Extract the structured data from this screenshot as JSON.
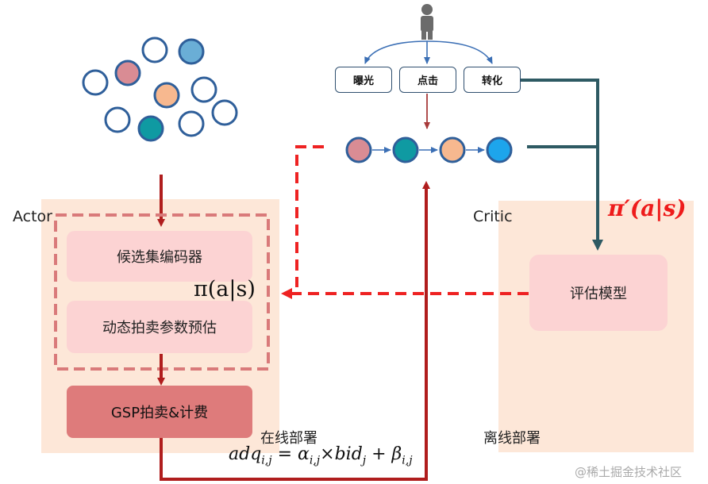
{
  "actor": {
    "title": "Actor",
    "candidate_encoder": "候选集编码器",
    "dynamic_auction": "动态拍卖参数预估",
    "gsp": "GSP拍卖&计费",
    "online_deploy": "在线部署"
  },
  "critic": {
    "title": "Critic",
    "evaluator": "评估模型",
    "offline_deploy": "离线部署"
  },
  "actions": {
    "exposure": "曝光",
    "click": "点击",
    "convert": "转化"
  },
  "policy": {
    "pi": "π(a|s)",
    "pi_prime": "π′(a|s)"
  },
  "formula": {
    "lhs": "adq",
    "lhs_sub": "i,j",
    "eq": " = ",
    "alpha": "α",
    "alpha_sub": "i,j",
    "times": "×bid",
    "bid_sub": "j",
    "plus": " + ",
    "beta": "β",
    "beta_sub": "i,j"
  },
  "watermark": "@稀土掘金技术社区",
  "colors": {
    "dark_red": "#b01d1d",
    "dashed_red": "#ee2222",
    "teal": "#2e5a63",
    "pink_node": "#d98c94",
    "teal_node": "#0f9aa2",
    "peach_node": "#f7b88f",
    "blue_node": "#1da5ec",
    "light_blue_node": "#6aaed6",
    "node_stroke": "#2f5f9a"
  }
}
